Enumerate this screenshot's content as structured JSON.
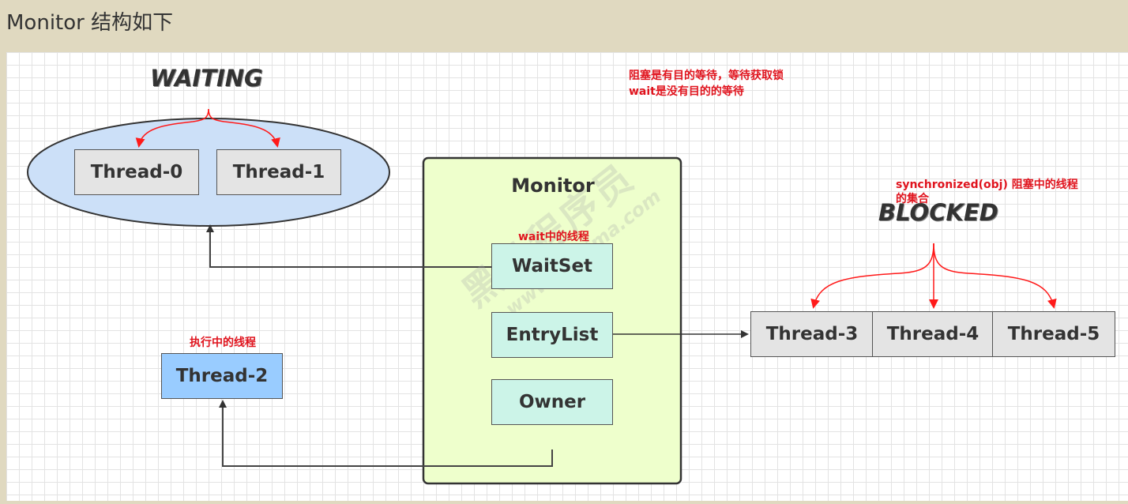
{
  "heading": "Monitor 结构如下",
  "diagram": {
    "waiting_title": "WAITING",
    "blocked_title": "BLOCKED",
    "monitor_title": "Monitor",
    "waiting_threads": [
      "Thread-0",
      "Thread-1"
    ],
    "blocked_threads": [
      "Thread-3",
      "Thread-4",
      "Thread-5"
    ],
    "running_thread": "Thread-2",
    "monitor_parts": {
      "waitset": "WaitSet",
      "entrylist": "EntryList",
      "owner": "Owner"
    },
    "notes": {
      "top_line1": "阻塞是有目的等待，等待获取锁",
      "top_line2": "wait是没有目的的等待",
      "blocked_line1": "synchronized(obj) 阻塞中的线程",
      "blocked_line2": "的集合",
      "waitset_note": "wait中的线程",
      "running_note": "执行中的线程"
    },
    "watermark": {
      "cn": "黑马程序员",
      "en": "www.itheima.com"
    },
    "colors": {
      "waiting_fill": "#cce0f8",
      "monitor_fill": "#eeffcc",
      "mint_fill": "#ccf4e8",
      "running_fill": "#99ccff",
      "accent_red": "#e0141e"
    }
  }
}
